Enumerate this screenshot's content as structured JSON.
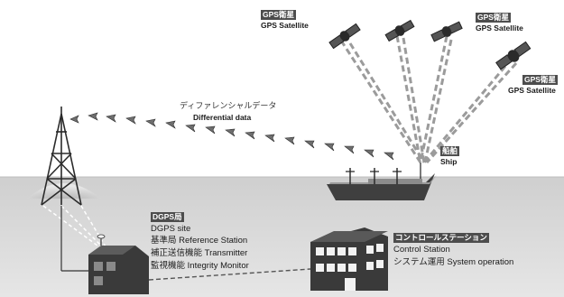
{
  "labels": {
    "satellite_jp": "GPS衛星",
    "satellite_en": "GPS Satellite",
    "differential_jp": "ディファレンシャルデータ",
    "differential_en": "Differential data",
    "ship_jp": "船舶",
    "ship_en": "Ship",
    "dgps_jp": "DGPS局",
    "dgps_en": "DGPS site",
    "reference_jp": "基準局",
    "reference_en": "Reference Station",
    "transmitter_jp": "補正送信機能",
    "transmitter_en": "Transmitter",
    "monitor_jp": "監視機能",
    "monitor_en": "Integrity Monitor",
    "control_jp": "コントロールステーション",
    "control_en": "Control Station",
    "system_jp": "システム運用",
    "system_en": "System operation"
  },
  "colors": {
    "sea": "#dcdcdc",
    "sky": "#ffffff",
    "label_box": "#4d4d4d",
    "structure": "#3a3a3a"
  }
}
